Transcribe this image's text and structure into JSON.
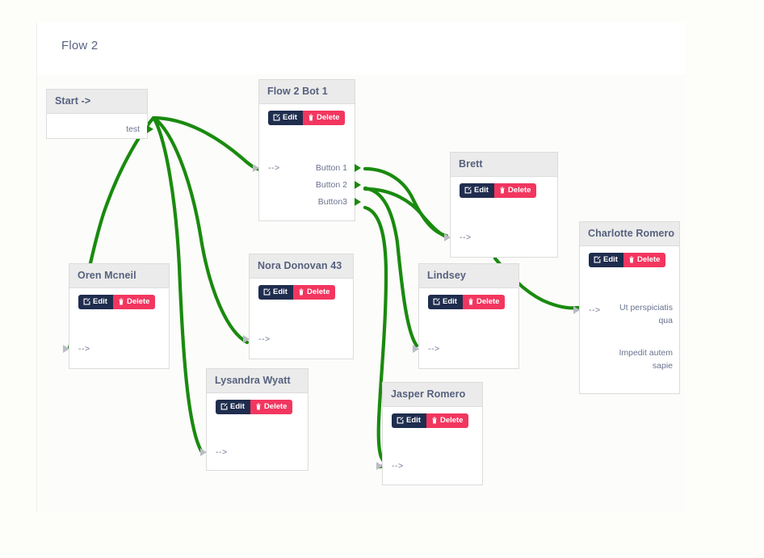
{
  "page": {
    "title": "Flow 2",
    "accent_edge_color": "#1a8a0f",
    "edit_button_color": "#1f2d4e",
    "delete_button_color": "#f2365f",
    "node_header_color": "#ebebeb",
    "canvas_background": "#fcfcfa"
  },
  "buttons": {
    "edit_label": "Edit",
    "delete_label": "Delete"
  },
  "nodes": [
    {
      "id": "start",
      "title": "Start ->",
      "has_buttons": false,
      "out_ports": [
        "test"
      ],
      "in_ports": []
    },
    {
      "id": "flow2bot1",
      "title": "Flow 2 Bot 1",
      "has_buttons": true,
      "in_ports": [
        "-->"
      ],
      "out_ports": [
        "Button 1",
        "Button 2",
        "Button3"
      ]
    },
    {
      "id": "brett",
      "title": "Brett",
      "has_buttons": true,
      "in_ports": [
        "-->"
      ],
      "out_ports": []
    },
    {
      "id": "charlotte",
      "title": "Charlotte Romero",
      "has_buttons": true,
      "in_ports": [
        "-->"
      ],
      "out_ports": [],
      "text_blocks": [
        "Ut perspiciatis qua",
        "Impedit autem sapie"
      ]
    },
    {
      "id": "oren",
      "title": "Oren Mcneil",
      "has_buttons": true,
      "in_ports": [
        "-->"
      ],
      "out_ports": []
    },
    {
      "id": "nora",
      "title": "Nora Donovan 43",
      "has_buttons": true,
      "in_ports": [
        "-->"
      ],
      "out_ports": []
    },
    {
      "id": "lindsey",
      "title": "Lindsey",
      "has_buttons": true,
      "in_ports": [
        "-->"
      ],
      "out_ports": []
    },
    {
      "id": "lysandra",
      "title": "Lysandra Wyatt",
      "has_buttons": true,
      "in_ports": [
        "-->"
      ],
      "out_ports": []
    },
    {
      "id": "jasper",
      "title": "Jasper Romero",
      "has_buttons": true,
      "in_ports": [
        "-->"
      ],
      "out_ports": []
    }
  ],
  "edges": [
    {
      "from": "start.test",
      "to": "oren.in"
    },
    {
      "from": "start.test",
      "to": "flow2bot1.in"
    },
    {
      "from": "start.test",
      "to": "nora.in"
    },
    {
      "from": "start.test",
      "to": "lysandra.in"
    },
    {
      "from": "flow2bot1.Button 1",
      "to": "brett.in"
    },
    {
      "from": "flow2bot1.Button 2",
      "to": "brett.in"
    },
    {
      "from": "flow2bot1.Button 2",
      "to": "lindsey.in"
    },
    {
      "from": "flow2bot1.Button3",
      "to": "jasper.in"
    },
    {
      "from": "brett.out",
      "to": "charlotte.in"
    }
  ]
}
